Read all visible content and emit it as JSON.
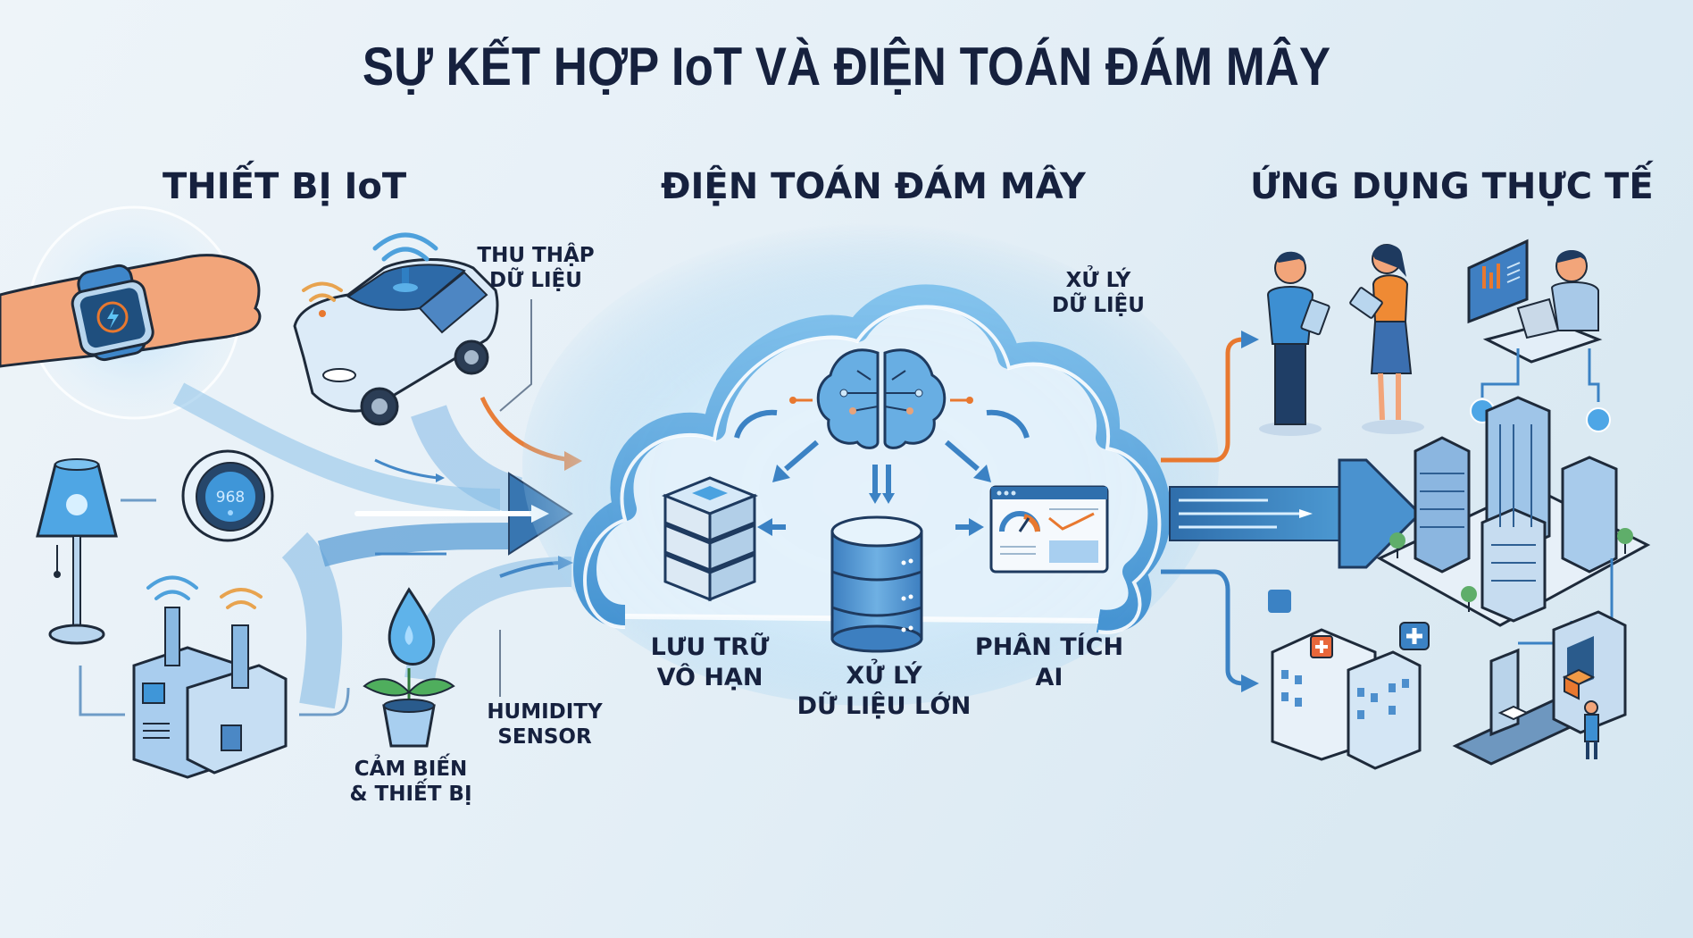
{
  "title": "SỰ KẾT HỢP IoT VÀ ĐIỆN TOÁN ĐÁM MÂY",
  "sections": {
    "iot_devices": {
      "heading": "THIẾT BỊ IoT",
      "devices": [
        "smartwatch",
        "connected car",
        "smart lamp",
        "smart thermostat",
        "smart factory",
        "plant humidity sensor"
      ],
      "thermostat_reading": "968",
      "labels": {
        "collect_line1": "THU THẬP",
        "collect_line2": "DỮ LIỆU",
        "humidity_line1": "HUMIDITY",
        "humidity_line2": "SENSOR",
        "sensors_line1": "CẢM BIẾN",
        "sensors_line2": "& THIẾT BỊ"
      }
    },
    "cloud": {
      "heading": "ĐIỆN TOÁN ĐÁM MÂY",
      "process_line1": "XỬ LÝ",
      "process_line2": "DỮ LIỆU",
      "components": [
        {
          "name": "storage",
          "line1": "LƯU TRỮ",
          "line2": "VÔ HẠN"
        },
        {
          "name": "big-data",
          "line1": "XỬ LÝ",
          "line2": "DỮ LIỆU LỚN"
        },
        {
          "name": "ai-analytics",
          "line1": "PHÂN TÍCH",
          "line2": "AI"
        }
      ]
    },
    "applications": {
      "heading": "ỨNG DỤNG THỰC TẾ",
      "items": [
        "business users with tablets",
        "analyst at laptop",
        "smart city buildings",
        "smart hospital",
        "automated factory line"
      ]
    }
  },
  "colors": {
    "heading": "#16213e",
    "primary_blue": "#3b82c4",
    "light_blue": "#a8d4f2",
    "accent_orange": "#e8782f",
    "dark_outline": "#1e3a5f"
  }
}
